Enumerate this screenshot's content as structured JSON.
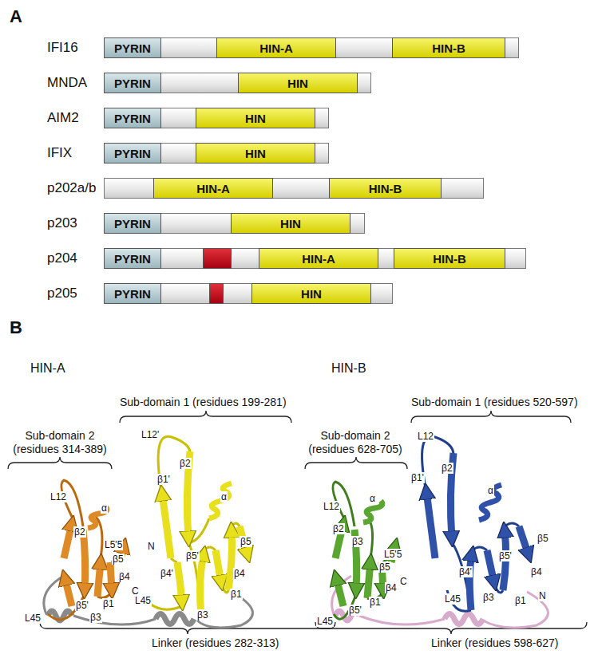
{
  "diagram": {
    "nodes": [
      {
        "text": [
          "IFI16"
        ]
      },
      {
        "text": [
          "PYRIN"
        ],
        "in": 0
      },
      {
        "text": [
          "HIN-A"
        ],
        "in": 0
      },
      {
        "text": [
          "HIN-B"
        ],
        "in": 0
      },
      {
        "text": [
          "MNDA"
        ]
      },
      {
        "text": [
          "PYRIN"
        ],
        "in": 4
      },
      {
        "text": [
          "HIN"
        ],
        "in": 4
      },
      {
        "text": [
          "AIM2"
        ]
      },
      {
        "text": [
          "PYRIN"
        ],
        "in": 7
      },
      {
        "text": [
          "HIN"
        ],
        "in": 7
      },
      {
        "text": [
          "IFIX"
        ]
      },
      {
        "text": [
          "PYRIN"
        ],
        "in": 10
      },
      {
        "text": [
          "HIN"
        ],
        "in": 10
      },
      {
        "text": [
          "p202a/b"
        ]
      },
      {
        "text": [
          "HIN-A"
        ],
        "in": 13
      },
      {
        "text": [
          "HIN-B"
        ],
        "in": 13
      },
      {
        "text": [
          "p203"
        ]
      },
      {
        "text": [
          "PYRIN"
        ],
        "in": 16
      },
      {
        "text": [
          "HIN"
        ],
        "in": 16
      },
      {
        "text": [
          "p204"
        ]
      },
      {
        "text": [
          "PYRIN"
        ],
        "in": 19
      },
      {
        "text": [
          "HIN-A"
        ],
        "in": 19
      },
      {
        "text": [
          "HIN-B"
        ],
        "in": 19
      },
      {
        "text": [
          "p205"
        ]
      },
      {
        "text": [
          "PYRIN"
        ],
        "in": 23
      },
      {
        "text": [
          "HIN"
        ],
        "in": 23
      }
    ],
    "labels": [
      "A",
      "B",
      "HIN-A",
      "Sub-domain 1 (residues 199-281)",
      "Sub-domain 2 (residues 314-389)",
      "Linker (residues 282-313)",
      "HIN-B",
      "Sub-domain 1 (residues 520-597)",
      "Sub-domain 2 (residues 628-705)",
      "Linker (residues 598-627)",
      "L12'",
      "β2",
      "β1'",
      "α",
      "N",
      "β5'",
      "β5",
      "β4'",
      "β4",
      "β1",
      "L45",
      "β3",
      "L12",
      "α",
      "β2",
      "L5'5",
      "β5",
      "β4",
      "C",
      "β1",
      "β5'",
      "β3",
      "L45",
      "L12",
      "β1'",
      "β2",
      "α",
      "β5",
      "β5'",
      "β4'",
      "β4",
      "L45",
      "β3",
      "β1",
      "N",
      "L12",
      "α",
      "β2",
      "β3",
      "L5'5",
      "β5",
      "C",
      "β4",
      "β1",
      "β5'",
      "L45"
    ]
  }
}
